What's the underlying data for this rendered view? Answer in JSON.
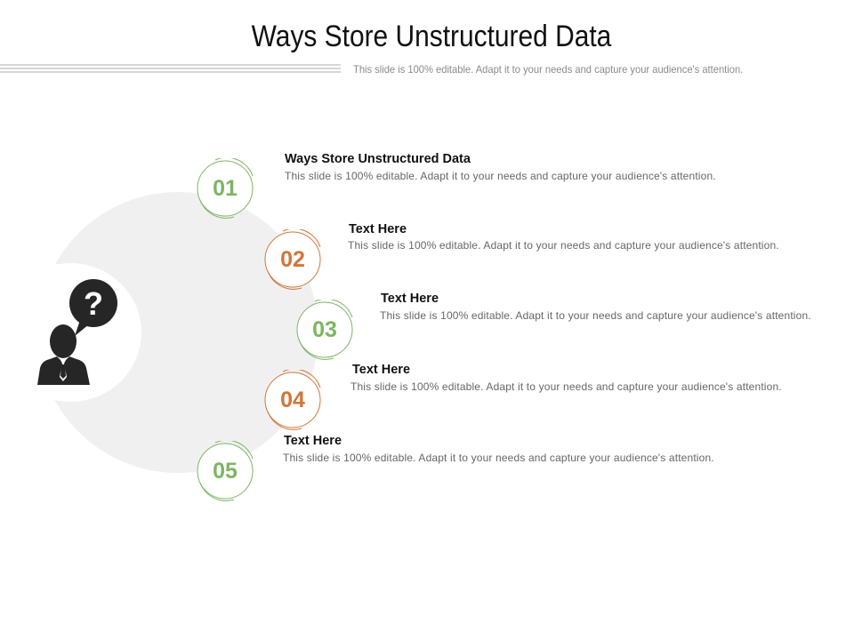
{
  "slide": {
    "title": "Ways Store Unstructured Data",
    "subtitle": "This slide is 100% editable. Adapt it to your needs and capture your audience's attention."
  },
  "colors": {
    "green": "#7cb563",
    "orange": "#d07638",
    "grey_circle": "#f0f0f1",
    "icon_dark": "#262626"
  },
  "center_icon": "person-question-icon",
  "items": [
    {
      "number": "01",
      "title": "Ways Store Unstructured Data",
      "description": "This slide is 100% editable. Adapt it to your needs and capture your audience's attention.",
      "color": "green"
    },
    {
      "number": "02",
      "title": "Text Here",
      "description": "This slide is 100% editable. Adapt it to your needs and capture your audience's attention.",
      "color": "orange"
    },
    {
      "number": "03",
      "title": "Text Here",
      "description": "This slide is 100% editable. Adapt it to your needs and capture your audience's attention.",
      "color": "green"
    },
    {
      "number": "04",
      "title": "Text Here",
      "description": "This slide is 100% editable. Adapt it to your needs and capture your audience's attention.",
      "color": "orange"
    },
    {
      "number": "05",
      "title": "Text Here",
      "description": "This slide is 100% editable. Adapt it to your needs and capture your audience's attention.",
      "color": "green"
    }
  ]
}
